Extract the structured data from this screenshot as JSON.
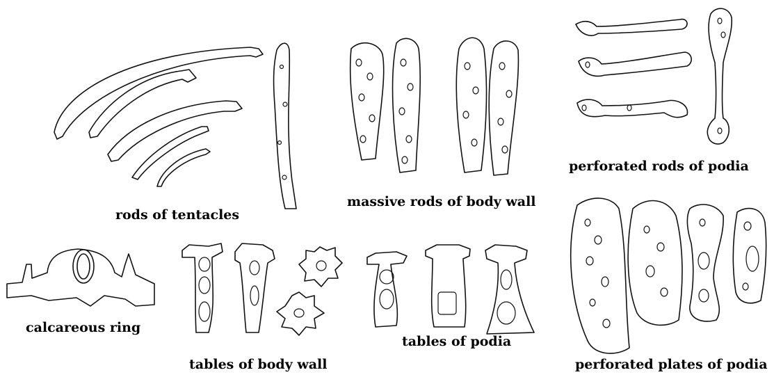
{
  "figure": {
    "labels": {
      "rods_of_tentacles": "rods of tentacles",
      "massive_rods_body_wall": "massive rods of body wall",
      "perforated_rods_podia": "perforated rods of podia",
      "calcareous_ring": "calcareous ring",
      "tables_body_wall": "tables of body wall",
      "tables_podia": "tables of podia",
      "perforated_plates_podia": "perforated plates of podia"
    }
  }
}
